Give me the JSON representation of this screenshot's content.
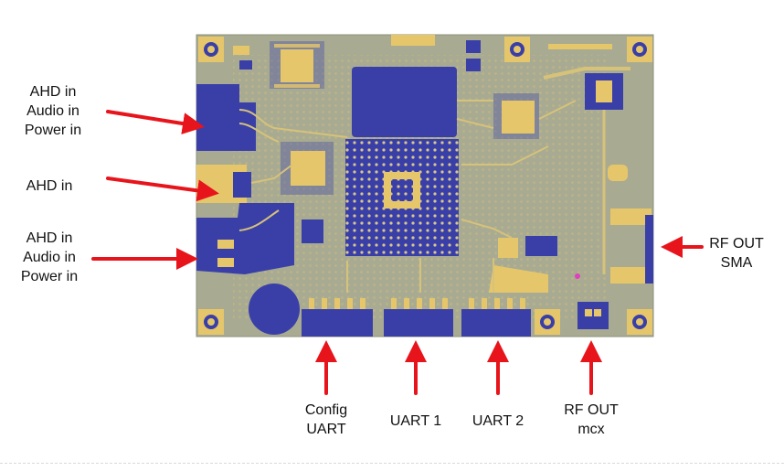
{
  "labels": {
    "left_top": [
      "AHD in",
      "Audio in",
      "Power in"
    ],
    "left_mid": [
      "AHD in"
    ],
    "left_bottom": [
      "AHD in",
      "Audio in",
      "Power in"
    ],
    "right": [
      "RF OUT",
      "SMA"
    ],
    "bottom_config": [
      "Config",
      "UART"
    ],
    "bottom_uart1": [
      "UART 1"
    ],
    "bottom_uart2": [
      "UART 2"
    ],
    "bottom_rf": [
      "RF OUT",
      "mcx"
    ]
  },
  "colors": {
    "arrow": "#e8141b",
    "board": "#a8ab92",
    "copper_pad": "#e6c66a",
    "blue_area": "#3a3fa8",
    "trace": "#d7c27a"
  }
}
